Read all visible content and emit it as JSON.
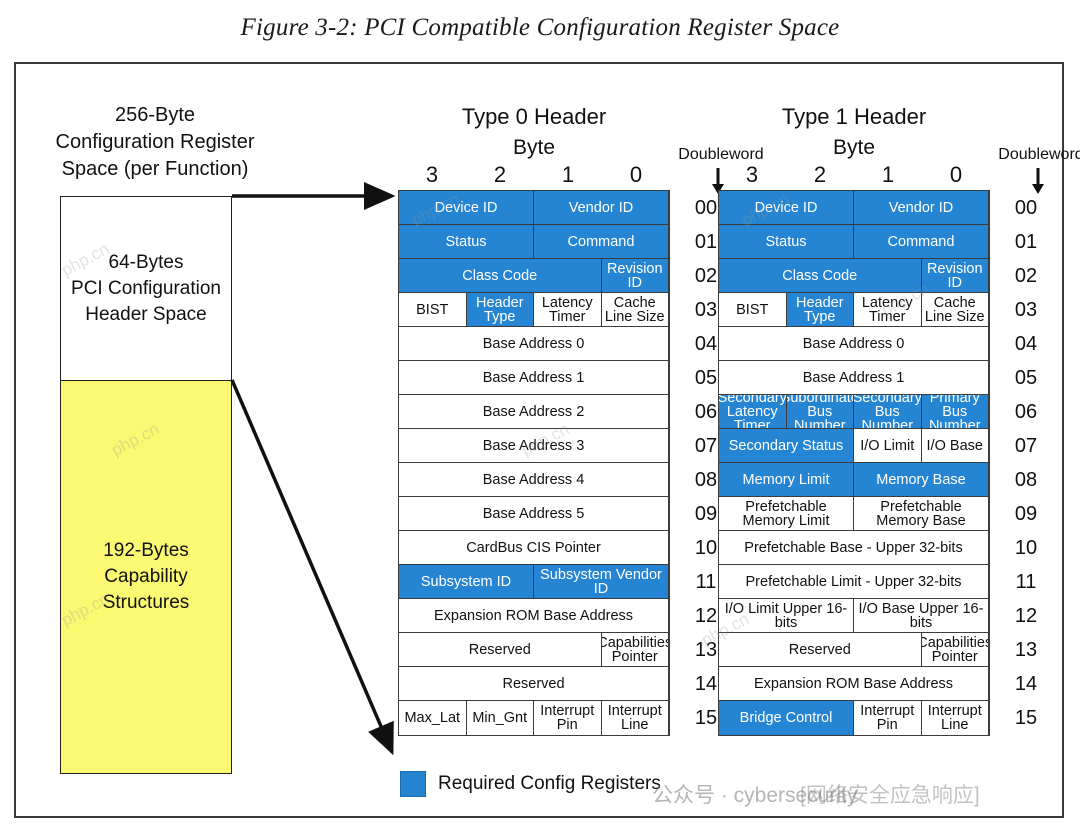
{
  "figure": {
    "caption": "Figure 3-2: PCI Compatible Configuration Register Space"
  },
  "left_panel": {
    "heading": "256-Byte\nConfiguration Register\nSpace (per Function)",
    "heading_lines": [
      "256-Byte",
      "Configuration Register",
      "Space (per Function)"
    ],
    "header_space_label": "64-Bytes\nPCI Configuration\nHeader Space",
    "header_space_lines": [
      "64-Bytes",
      "PCI Configuration",
      "Header Space"
    ],
    "capability_label": "192-Bytes\nCapability\nStructures",
    "capability_lines": [
      "192-Bytes",
      "Capability",
      "Structures"
    ],
    "capability_color": "#fbf871"
  },
  "legend": {
    "label": "Required Config Registers",
    "swatch_color": "#2585d3"
  },
  "watermark": {
    "text_1": "公众号 · cybersecurity",
    "text_2": "[网络安全应急响应]"
  },
  "common": {
    "byte_label": "Byte",
    "doubleword_label": "Doubleword",
    "byte_numbers": [
      "3",
      "2",
      "1",
      "0"
    ]
  },
  "type0": {
    "title": "Type 0 Header",
    "rows": [
      {
        "index": "00",
        "cells": [
          {
            "label": "Device ID",
            "w": "w50",
            "blue": true
          },
          {
            "label": "Vendor ID",
            "w": "w50",
            "blue": true
          }
        ]
      },
      {
        "index": "01",
        "cells": [
          {
            "label": "Status",
            "w": "w50",
            "blue": true
          },
          {
            "label": "Command",
            "w": "w50",
            "blue": true
          }
        ]
      },
      {
        "index": "02",
        "cells": [
          {
            "label": "Class Code",
            "w": "w75",
            "blue": true
          },
          {
            "label": "Revision ID",
            "w": "w25",
            "blue": true
          }
        ]
      },
      {
        "index": "03",
        "cells": [
          {
            "label": "BIST",
            "w": "w25",
            "blue": false
          },
          {
            "label": "Header Type",
            "w": "w25",
            "blue": true
          },
          {
            "label": "Latency Timer",
            "w": "w25",
            "blue": false
          },
          {
            "label": "Cache Line Size",
            "w": "w25",
            "blue": false
          }
        ]
      },
      {
        "index": "04",
        "cells": [
          {
            "label": "Base Address 0",
            "w": "w100",
            "blue": false
          }
        ]
      },
      {
        "index": "05",
        "cells": [
          {
            "label": "Base Address 1",
            "w": "w100",
            "blue": false
          }
        ]
      },
      {
        "index": "06",
        "cells": [
          {
            "label": "Base Address 2",
            "w": "w100",
            "blue": false
          }
        ]
      },
      {
        "index": "07",
        "cells": [
          {
            "label": "Base Address 3",
            "w": "w100",
            "blue": false
          }
        ]
      },
      {
        "index": "08",
        "cells": [
          {
            "label": "Base Address 4",
            "w": "w100",
            "blue": false
          }
        ]
      },
      {
        "index": "09",
        "cells": [
          {
            "label": "Base Address 5",
            "w": "w100",
            "blue": false
          }
        ]
      },
      {
        "index": "10",
        "cells": [
          {
            "label": "CardBus CIS Pointer",
            "w": "w100",
            "blue": false
          }
        ]
      },
      {
        "index": "11",
        "cells": [
          {
            "label": "Subsystem ID",
            "w": "w50",
            "blue": true
          },
          {
            "label": "Subsystem Vendor ID",
            "w": "w50",
            "blue": true
          }
        ]
      },
      {
        "index": "12",
        "cells": [
          {
            "label": "Expansion ROM Base Address",
            "w": "w100",
            "blue": false
          }
        ]
      },
      {
        "index": "13",
        "cells": [
          {
            "label": "Reserved",
            "w": "w75",
            "blue": false
          },
          {
            "label": "Capabilities Pointer",
            "w": "w25",
            "blue": false
          }
        ]
      },
      {
        "index": "14",
        "cells": [
          {
            "label": "Reserved",
            "w": "w100",
            "blue": false
          }
        ]
      },
      {
        "index": "15",
        "cells": [
          {
            "label": "Max_Lat",
            "w": "w25",
            "blue": false
          },
          {
            "label": "Min_Gnt",
            "w": "w25",
            "blue": false
          },
          {
            "label": "Interrupt Pin",
            "w": "w25",
            "blue": false
          },
          {
            "label": "Interrupt Line",
            "w": "w25",
            "blue": false
          }
        ]
      }
    ]
  },
  "type1": {
    "title": "Type 1 Header",
    "rows": [
      {
        "index": "00",
        "cells": [
          {
            "label": "Device ID",
            "w": "w50",
            "blue": true
          },
          {
            "label": "Vendor ID",
            "w": "w50",
            "blue": true
          }
        ]
      },
      {
        "index": "01",
        "cells": [
          {
            "label": "Status",
            "w": "w50",
            "blue": true
          },
          {
            "label": "Command",
            "w": "w50",
            "blue": true
          }
        ]
      },
      {
        "index": "02",
        "cells": [
          {
            "label": "Class Code",
            "w": "w75",
            "blue": true
          },
          {
            "label": "Revision ID",
            "w": "w25",
            "blue": true
          }
        ]
      },
      {
        "index": "03",
        "cells": [
          {
            "label": "BIST",
            "w": "w25",
            "blue": false
          },
          {
            "label": "Header Type",
            "w": "w25",
            "blue": true
          },
          {
            "label": "Latency Timer",
            "w": "w25",
            "blue": false
          },
          {
            "label": "Cache Line Size",
            "w": "w25",
            "blue": false
          }
        ]
      },
      {
        "index": "04",
        "cells": [
          {
            "label": "Base Address 0",
            "w": "w100",
            "blue": false
          }
        ]
      },
      {
        "index": "05",
        "cells": [
          {
            "label": "Base Address 1",
            "w": "w100",
            "blue": false
          }
        ]
      },
      {
        "index": "06",
        "cells": [
          {
            "label": "Secondary Latency Timer",
            "w": "w25",
            "blue": true
          },
          {
            "label": "Subordinate Bus Number",
            "w": "w25",
            "blue": true
          },
          {
            "label": "Secondary Bus Number",
            "w": "w25",
            "blue": true
          },
          {
            "label": "Primary Bus Number",
            "w": "w25",
            "blue": true
          }
        ]
      },
      {
        "index": "07",
        "cells": [
          {
            "label": "Secondary Status",
            "w": "w50",
            "blue": true
          },
          {
            "label": "I/O Limit",
            "w": "w25",
            "blue": false
          },
          {
            "label": "I/O Base",
            "w": "w25",
            "blue": false
          }
        ]
      },
      {
        "index": "08",
        "cells": [
          {
            "label": "Memory Limit",
            "w": "w50",
            "blue": true
          },
          {
            "label": "Memory Base",
            "w": "w50",
            "blue": true
          }
        ]
      },
      {
        "index": "09",
        "cells": [
          {
            "label": "Prefetchable Memory Limit",
            "w": "w50",
            "blue": false
          },
          {
            "label": "Prefetchable Memory Base",
            "w": "w50",
            "blue": false
          }
        ]
      },
      {
        "index": "10",
        "cells": [
          {
            "label": "Prefetchable Base - Upper 32-bits",
            "w": "w100",
            "blue": false
          }
        ]
      },
      {
        "index": "11",
        "cells": [
          {
            "label": "Prefetchable Limit - Upper 32-bits",
            "w": "w100",
            "blue": false
          }
        ]
      },
      {
        "index": "12",
        "cells": [
          {
            "label": "I/O Limit Upper 16-bits",
            "w": "w50",
            "blue": false
          },
          {
            "label": "I/O Base Upper 16-bits",
            "w": "w50",
            "blue": false
          }
        ]
      },
      {
        "index": "13",
        "cells": [
          {
            "label": "Reserved",
            "w": "w75",
            "blue": false
          },
          {
            "label": "Capabilities Pointer",
            "w": "w25",
            "blue": false
          }
        ]
      },
      {
        "index": "14",
        "cells": [
          {
            "label": "Expansion ROM Base Address",
            "w": "w100",
            "blue": false
          }
        ]
      },
      {
        "index": "15",
        "cells": [
          {
            "label": "Bridge Control",
            "w": "w50",
            "blue": true
          },
          {
            "label": "Interrupt Pin",
            "w": "w25",
            "blue": false
          },
          {
            "label": "Interrupt Line",
            "w": "w25",
            "blue": false
          }
        ]
      }
    ]
  }
}
